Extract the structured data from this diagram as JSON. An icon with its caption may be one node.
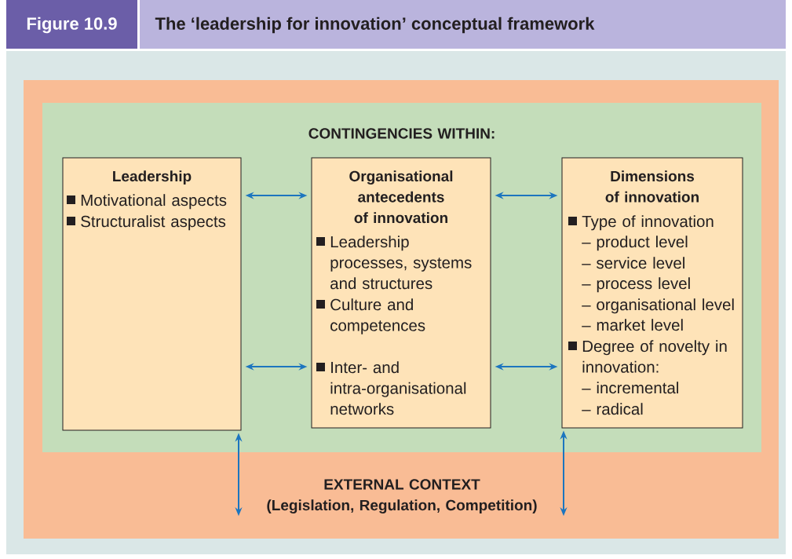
{
  "diagram": {
    "title": "The ‘leadership for innovation’ conceptual framework",
    "nodes": [
      {
        "text": [
          "EXTERNAL CONTEXT",
          "(Legislation, Regulation, Competition)"
        ]
      },
      {
        "text": [
          "CONTINGENCIES WITHIN:"
        ],
        "in": 0
      },
      {
        "text": [
          "Leadership",
          "Motivational aspects",
          "Structuralist aspects"
        ],
        "in": 1
      },
      {
        "text": [
          "Organisational antecedents of innovation",
          "Leadership processes, systems and structures",
          "Culture and competences",
          "Inter- and intra-organisational networks"
        ],
        "in": 1
      },
      {
        "text": [
          "Dimensions of innovation",
          "Type of innovation",
          "– product level",
          "– service level",
          "– process level",
          "– organisational level",
          "– market level",
          "Degree of novelty in innovation:",
          "– incremental",
          "– radical"
        ],
        "in": 1
      }
    ],
    "edges": [
      {
        "from": 2,
        "to": 3,
        "arrow": "both"
      },
      {
        "from": 2,
        "to": 3,
        "arrow": "both"
      },
      {
        "from": 3,
        "to": 4,
        "arrow": "both"
      },
      {
        "from": 3,
        "to": 4,
        "arrow": "both"
      },
      {
        "from": 2,
        "to": 0,
        "arrow": "both"
      },
      {
        "from": 4,
        "to": 0,
        "arrow": "both"
      }
    ],
    "labels": [
      "Figure 10.9"
    ]
  }
}
